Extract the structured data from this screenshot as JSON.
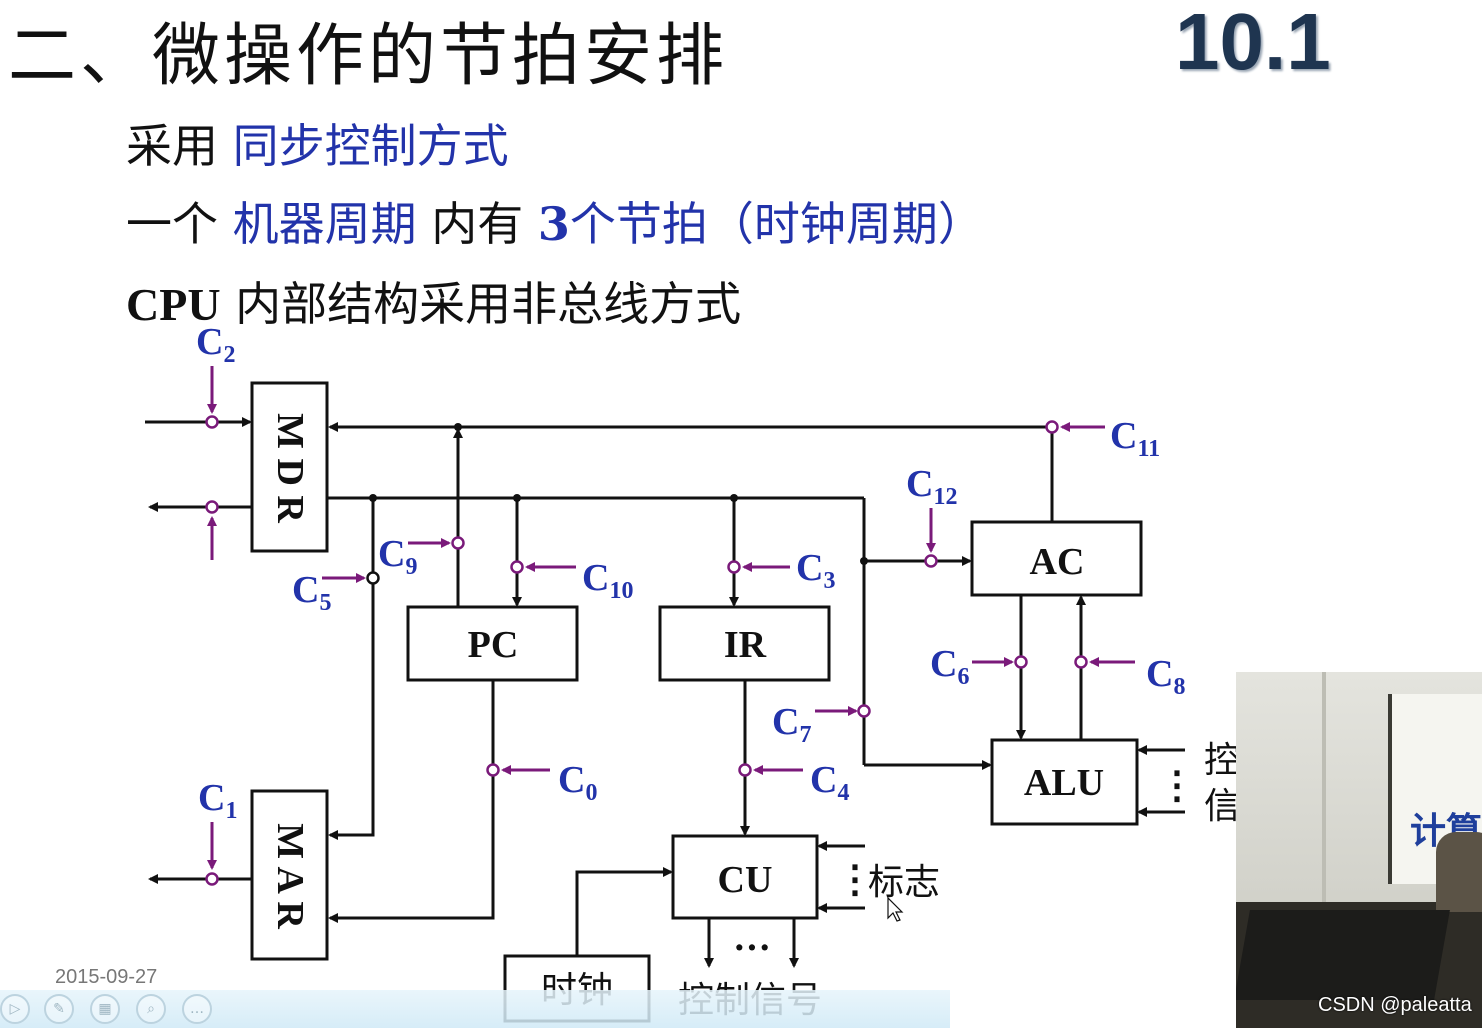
{
  "header": {
    "title": "二、微操作的节拍安排",
    "section_number": "10.1"
  },
  "lines": {
    "l1": {
      "prefix": "采用 ",
      "highlight": "同步控制方式"
    },
    "l2": {
      "prefix": "一个 ",
      "h1": "机器周期",
      "mid": " 内有 ",
      "h2num": "3",
      "h2": "个节拍（时钟周期）"
    },
    "l3": {
      "bold": "CPU",
      "rest": "  内部结构采用非总线方式"
    }
  },
  "diagram": {
    "boxes": {
      "mdr": "M D R",
      "mar": "M A R",
      "pc": "PC",
      "ir": "IR",
      "ac": "AC",
      "alu": "ALU",
      "cu": "CU",
      "clock": "时钟"
    },
    "controls": {
      "c0": {
        "main": "C",
        "sub": "0"
      },
      "c1": {
        "main": "C",
        "sub": "1"
      },
      "c2": {
        "main": "C",
        "sub": "2"
      },
      "c3": {
        "main": "C",
        "sub": "3"
      },
      "c4": {
        "main": "C",
        "sub": "4"
      },
      "c5": {
        "main": "C",
        "sub": "5"
      },
      "c6": {
        "main": "C",
        "sub": "6"
      },
      "c7": {
        "main": "C",
        "sub": "7"
      },
      "c8": {
        "main": "C",
        "sub": "8"
      },
      "c9": {
        "main": "C",
        "sub": "9"
      },
      "c10": {
        "main": "C",
        "sub": "10"
      },
      "c11": {
        "main": "C",
        "sub": "11"
      },
      "c12": {
        "main": "C",
        "sub": "12"
      }
    },
    "labels": {
      "flags": "标志",
      "control_signals": "控制信号",
      "dots_h": "···",
      "dots_v": "⋮",
      "alu_ctrl_top": "控",
      "alu_ctrl_bottom": "信"
    }
  },
  "footer": {
    "date": "2015-09-27",
    "watermark": "CSDN @paleatta"
  },
  "webcam": {
    "screen_text": "计算"
  },
  "toolbar": {
    "icons": [
      "play-icon",
      "pen-icon",
      "slides-icon",
      "zoom-icon",
      "more-icon"
    ]
  }
}
